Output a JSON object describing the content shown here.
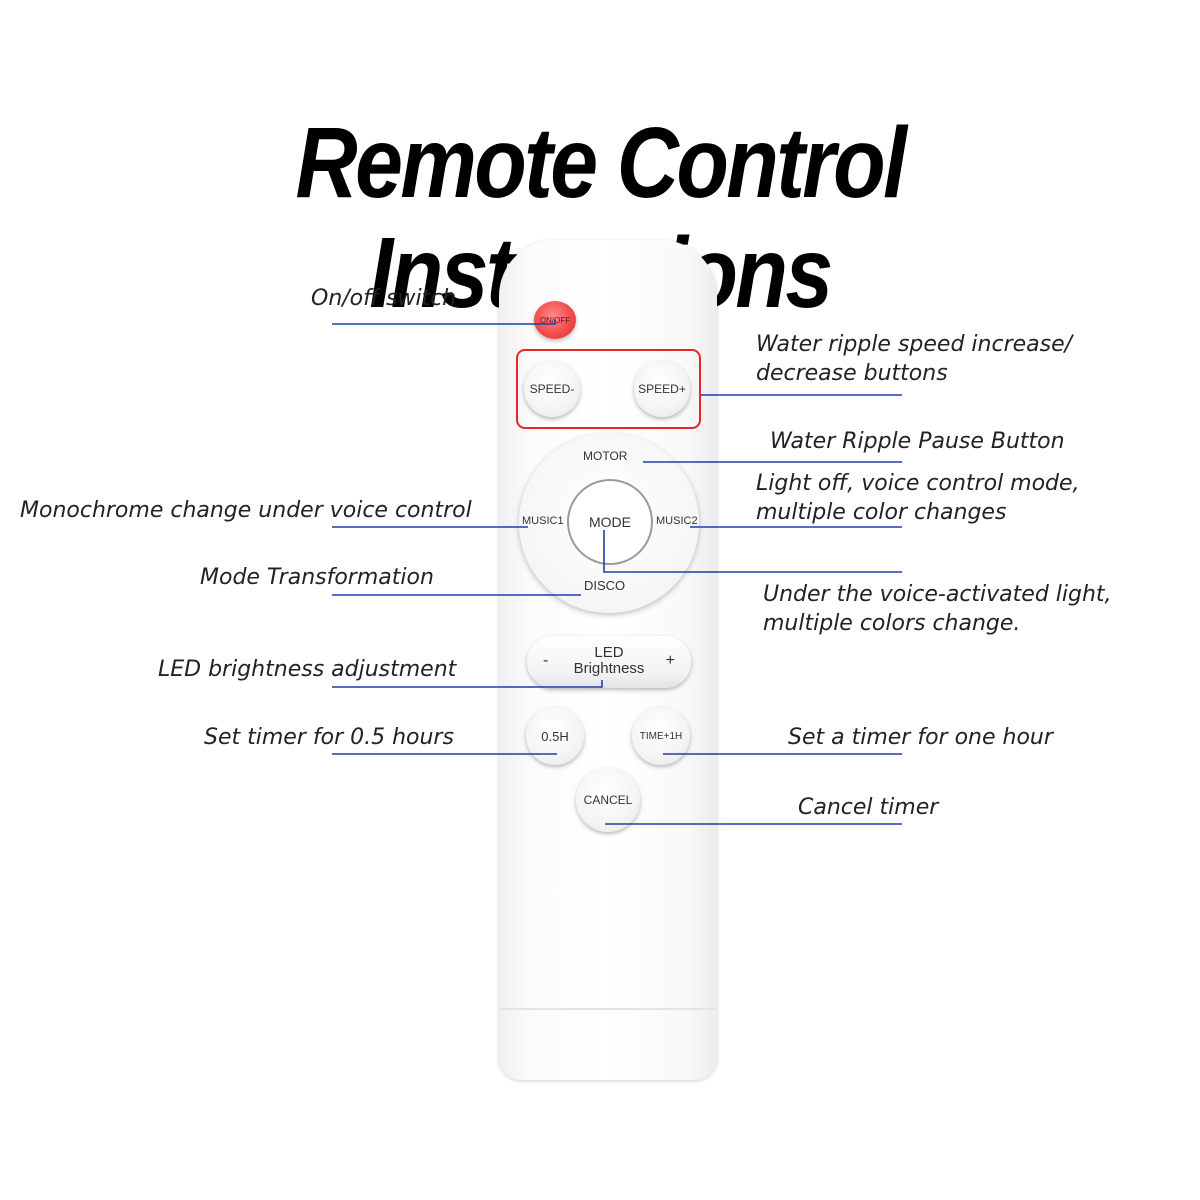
{
  "title": "Remote Control Instructions",
  "remote": {
    "onoff": "ON/OFF",
    "speed_minus": "SPEED-",
    "speed_plus": "SPEED+",
    "motor": "MOTOR",
    "music1": "MUSIC1",
    "music2": "MUSIC2",
    "mode": "MODE",
    "disco": "DISCO",
    "led_minus": "-",
    "led_plus": "+",
    "led_line1": "LED",
    "led_line2": "Brightness",
    "half_hour": "0.5H",
    "time_plus": "TIME+1H",
    "cancel": "CANCEL"
  },
  "labels": {
    "onoff": "On/off switch",
    "speed": "Water ripple speed increase/\ndecrease buttons",
    "motor": "Water Ripple Pause Button",
    "music2": "Light off, voice control mode,\nmultiple color changes",
    "music1": "Monochrome change under voice control",
    "mode": "Under the voice-activated light,\nmultiple colors change.",
    "disco": "Mode Transformation",
    "led": "LED brightness adjustment",
    "half_hour": "Set timer for 0.5 hours",
    "time_plus": "Set a timer for one hour",
    "cancel": "Cancel timer"
  },
  "colors": {
    "leader_line": "#1d3fa8",
    "highlight_box": "#e8262a",
    "onoff_button": "#f04848"
  }
}
